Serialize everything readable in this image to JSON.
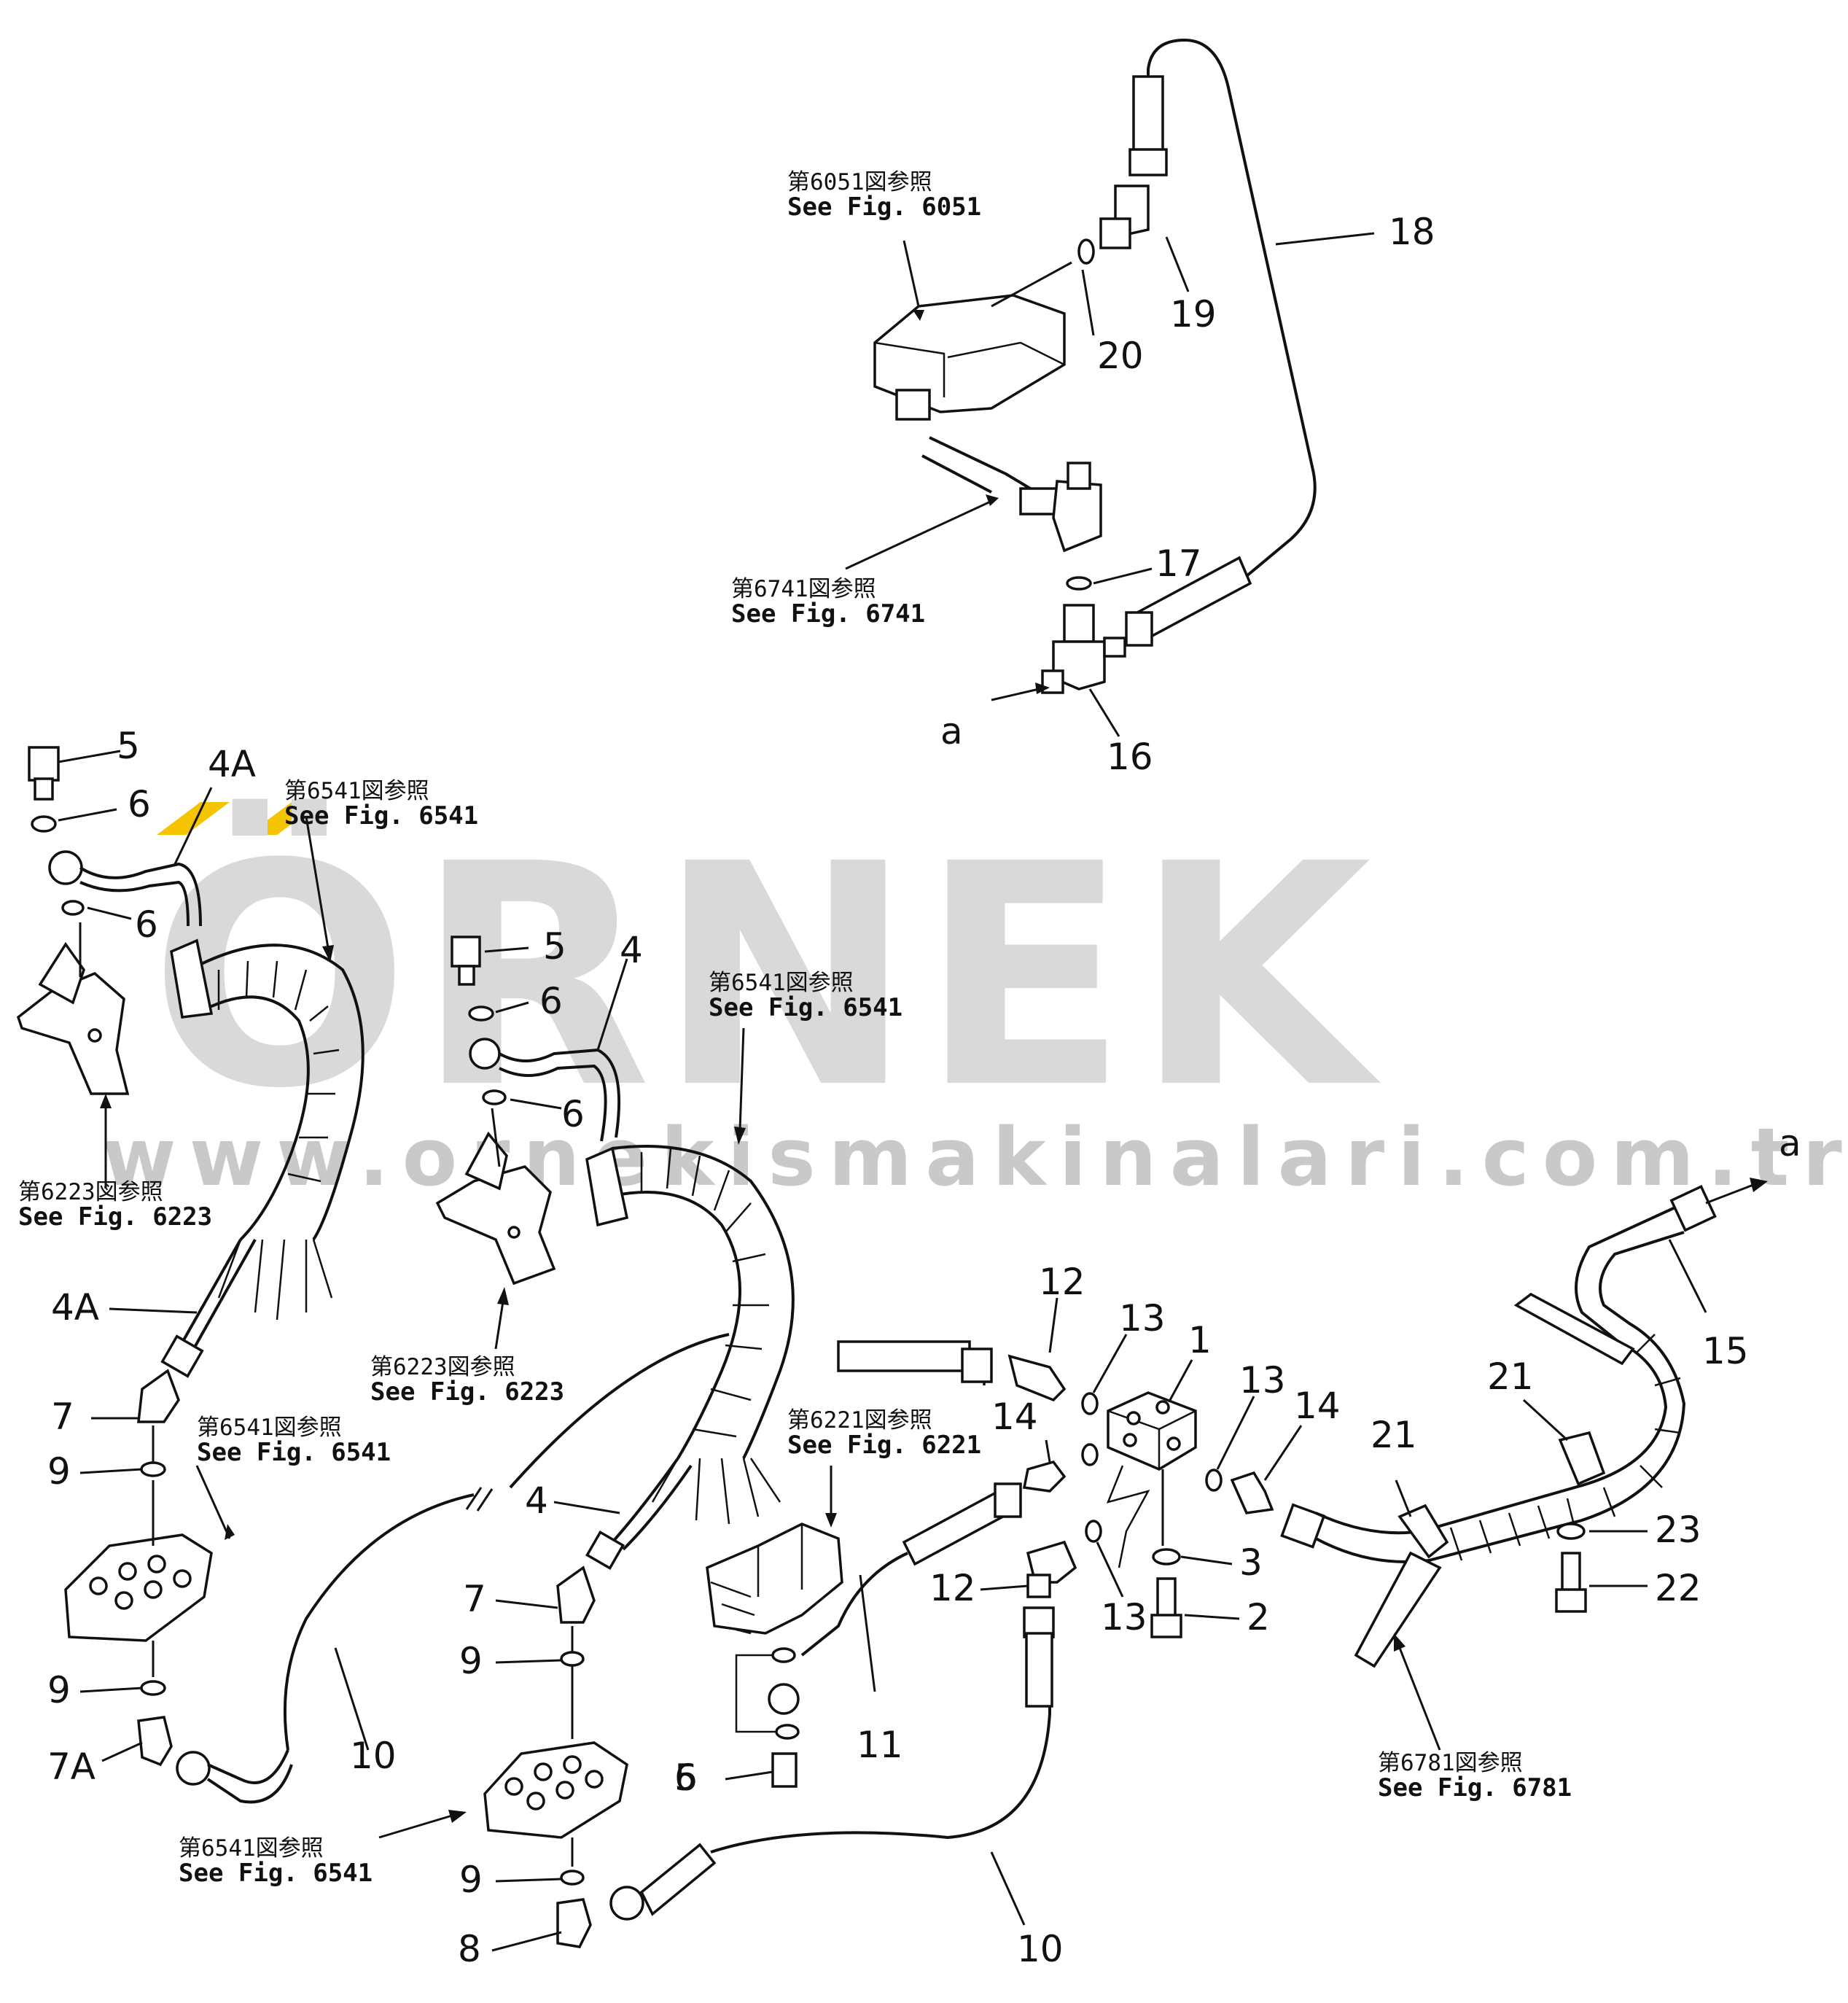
{
  "watermark": {
    "brand": "ÖRNEK",
    "url": "www.ornekismakinalari.com.tr",
    "accent_color": "#f5c400",
    "text_color": "#d9d9d9"
  },
  "callouts": {
    "n1": "1",
    "n2": "2",
    "n3": "3",
    "n4a": "4",
    "n4b": "4",
    "n4A_top": "4A",
    "n4A_mid": "4A",
    "n5a": "5",
    "n5b": "5",
    "n5c": "5",
    "n6a": "6",
    "n6b": "6",
    "n6c": "6",
    "n6d": "6",
    "n6e": "6",
    "n7a": "7",
    "n7b": "7",
    "n7A": "7A",
    "n8": "8",
    "n9a": "9",
    "n9b": "9",
    "n9c": "9",
    "n9d": "9",
    "n10a": "10",
    "n10b": "10",
    "n11": "11",
    "n12a": "12",
    "n12b": "12",
    "n13a": "13",
    "n13b": "13",
    "n13c": "13",
    "n14a": "14",
    "n14b": "14",
    "n15": "15",
    "n16": "16",
    "n17": "17",
    "n18": "18",
    "n19": "19",
    "n20": "20",
    "n21a": "21",
    "n21b": "21",
    "n22": "22",
    "n23": "23",
    "a_left": "a",
    "a_right": "a"
  },
  "refs": {
    "fig6051": {
      "jp": "第6051図参照",
      "en": "See  Fig. 6051"
    },
    "fig6741": {
      "jp": "第6741図参照",
      "en": "See  Fig. 6741"
    },
    "fig6541a": {
      "jp": "第6541図参照",
      "en": "See  Fig. 6541"
    },
    "fig6541b": {
      "jp": "第6541図参照",
      "en": "See  Fig. 6541"
    },
    "fig6541c": {
      "jp": "第6541図参照",
      "en": "See  Fig. 6541"
    },
    "fig6541d": {
      "jp": "第6541図参照",
      "en": "See  Fig. 6541"
    },
    "fig6223a": {
      "jp": "第6223図参照",
      "en": "See  Fig. 6223"
    },
    "fig6223b": {
      "jp": "第6223図参照",
      "en": "See  Fig. 6223"
    },
    "fig6221": {
      "jp": "第6221図参照",
      "en": "See  Fig. 6221"
    },
    "fig6781": {
      "jp": "第6781図参照",
      "en": "See  Fig. 6781"
    }
  }
}
